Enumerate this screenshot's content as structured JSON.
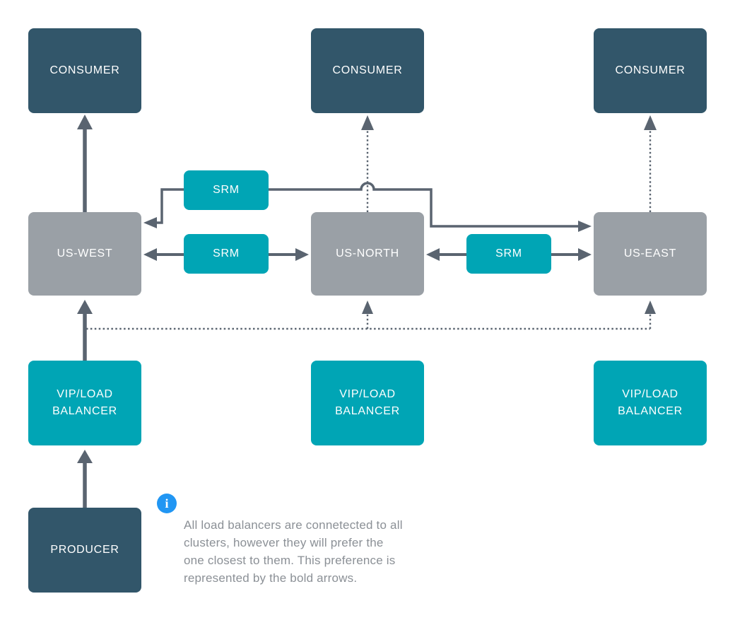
{
  "nodes": {
    "consumer_west": {
      "label": "CONSUMER"
    },
    "consumer_north": {
      "label": "CONSUMER"
    },
    "consumer_east": {
      "label": "CONSUMER"
    },
    "us_west": {
      "label": "US-WEST"
    },
    "us_north": {
      "label": "US-NORTH"
    },
    "us_east": {
      "label": "US-EAST"
    },
    "srm_top": {
      "label": "SRM"
    },
    "srm_west": {
      "label": "SRM"
    },
    "srm_east": {
      "label": "SRM"
    },
    "lb_west": {
      "line1": "VIP/LOAD",
      "line2": "BALANCER"
    },
    "lb_north": {
      "line1": "VIP/LOAD",
      "line2": "BALANCER"
    },
    "lb_east": {
      "line1": "VIP/LOAD",
      "line2": "BALANCER"
    },
    "producer": {
      "label": "PRODUCER"
    }
  },
  "note": {
    "icon": "info-icon",
    "icon_glyph": "i",
    "lines": [
      "All load balancers are connetected to all",
      "clusters, however they will prefer the",
      "one closest to them. This preference is",
      "represented by the bold arrows."
    ]
  },
  "edges": [
    {
      "from": "producer",
      "to": "lb_west",
      "style": "bold-solid-arrow"
    },
    {
      "from": "lb_west",
      "to": "us_west",
      "style": "bold-solid-arrow"
    },
    {
      "from": "us_west",
      "to": "consumer_west",
      "style": "bold-solid-arrow"
    },
    {
      "from": "us_north",
      "to": "consumer_north",
      "style": "dotted-arrow"
    },
    {
      "from": "us_east",
      "to": "consumer_east",
      "style": "dotted-arrow"
    },
    {
      "from": "srm_west",
      "to": "us_west",
      "style": "solid-arrow"
    },
    {
      "from": "srm_west",
      "to": "us_north",
      "style": "solid-arrow"
    },
    {
      "from": "srm_east",
      "to": "us_north",
      "style": "solid-arrow"
    },
    {
      "from": "srm_east",
      "to": "us_east",
      "style": "solid-arrow"
    },
    {
      "from": "srm_top",
      "to": "us_west",
      "style": "solid-elbow-arrow"
    },
    {
      "from": "srm_top",
      "to": "us_east",
      "style": "solid-elbow-arrow-with-hop"
    },
    {
      "from": "lb_west",
      "to": "us_north",
      "style": "dotted-arrow"
    },
    {
      "from": "lb_west",
      "to": "us_east",
      "style": "dotted-arrow"
    }
  ],
  "colors": {
    "dark_node": "#32566A",
    "teal_node": "#00A5B5",
    "gray_node": "#9AA0A6",
    "connector": "#5A6470",
    "info_icon_blue": "#2196F3",
    "note_text_gray": "#8B9096",
    "background": "#FFFFFF"
  }
}
